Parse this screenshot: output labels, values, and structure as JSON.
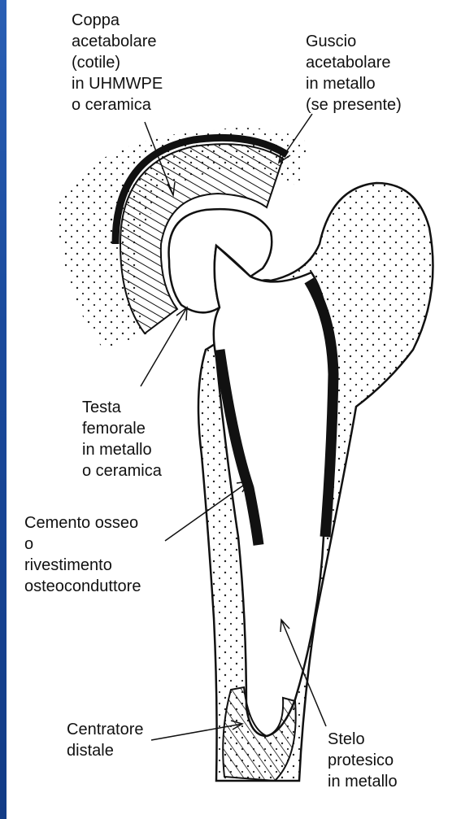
{
  "labels": {
    "coppa": "Coppa\nacetabolare\n(cotile)\nin UHMWPE\no ceramica",
    "guscio": "Guscio\nacetabolare\nin metallo\n(se presente)",
    "testa": "Testa\nfemorale\nin metallo\no ceramica",
    "cemento": "Cemento osseo\no\nrivestimento\nosteoconduttore",
    "centratore": "Centratore\ndistale",
    "stelo": "Stelo\nprotesico\nin metallo"
  },
  "colors": {
    "background_blue": "#1a4a9c",
    "panel": "#ffffff",
    "ink": "#111111",
    "bone_dots": "#222222"
  }
}
